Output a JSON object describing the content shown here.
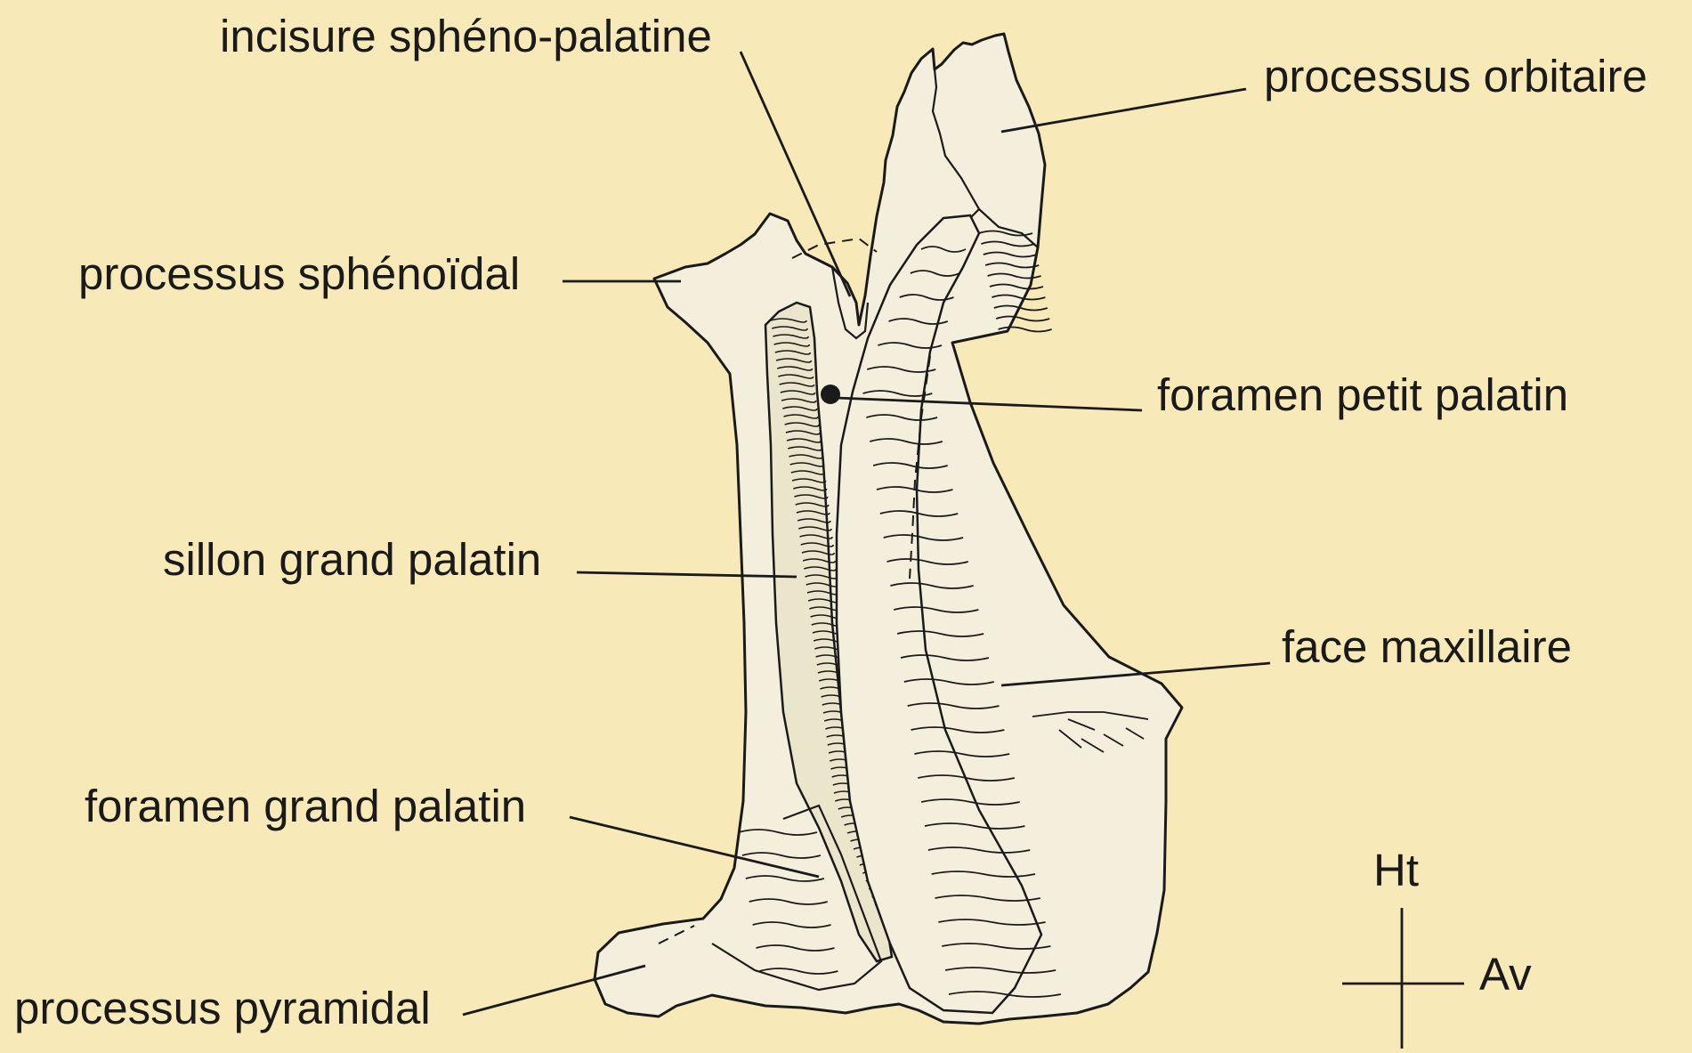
{
  "labels": {
    "incisure": "incisure sphéno-palatine",
    "orbitaire": "processus orbitaire",
    "sphenoidal": "processus sphénoïdal",
    "petit_palatin": "foramen petit palatin",
    "sillon": "sillon grand palatin",
    "face_maxillaire": "face maxillaire",
    "grand_palatin": "foramen grand palatin",
    "pyramidal": "processus pyramidal"
  },
  "orientation": {
    "up": "Ht",
    "forward": "Av"
  },
  "colors": {
    "background": "#f8e9b8",
    "bone": "#f3efdc",
    "ink": "#1a1a1a"
  }
}
